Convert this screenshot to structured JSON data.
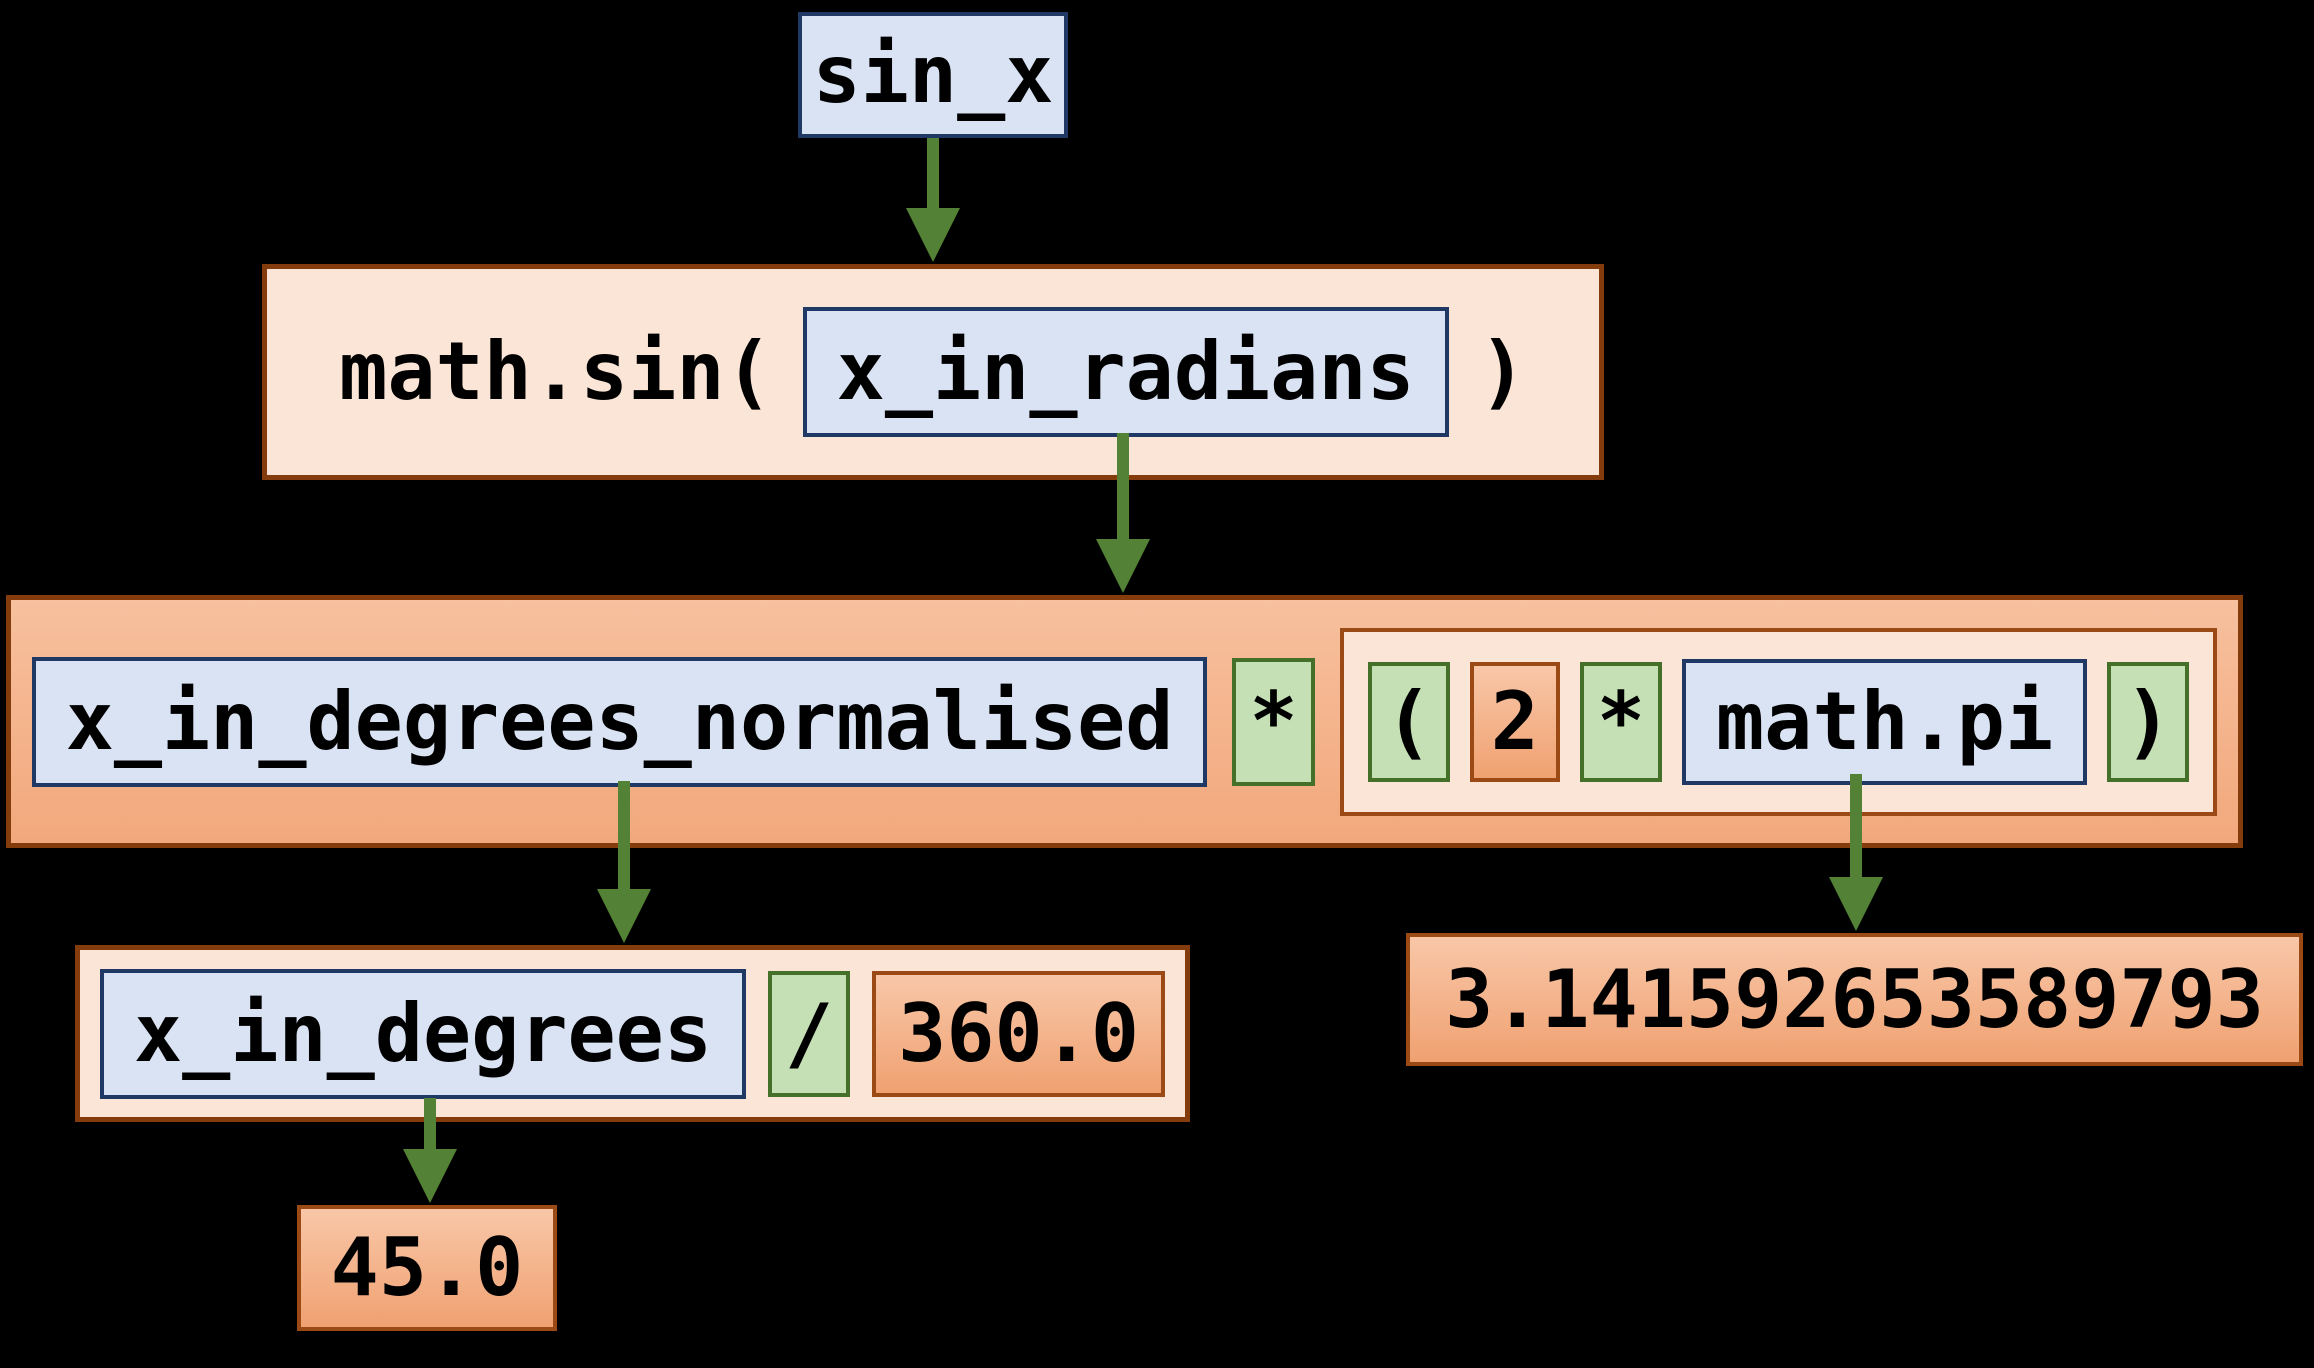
{
  "palette": {
    "background": "#000000",
    "text": "#000000",
    "variable_fill": "#dae3f3",
    "variable_border": "#1f3864",
    "expression_fill": "#fbe5d6",
    "expression_border": "#843c0c",
    "value_fill_top": "#f8c7a8",
    "value_fill_bottom": "#f0a171",
    "value_border": "#9c4a15",
    "operator_fill": "#c5e0b4",
    "operator_border": "#44702a",
    "arrow_green": "#538135"
  },
  "nodes": {
    "sin_x": "sin_x",
    "call": {
      "prefix": "math.sin(",
      "arg": "x_in_radians",
      "suffix": ")"
    },
    "normalised_expr": {
      "var": "x_in_degrees_normalised",
      "times": "*",
      "group": {
        "open": "(",
        "two": "2",
        "times": "*",
        "pi": "math.pi",
        "close": ")"
      }
    },
    "degrees_expr": {
      "var": "x_in_degrees",
      "divide": "/",
      "denominator": "360.0"
    },
    "pi_value": "3.141592653589793",
    "x_value": "45.0"
  }
}
